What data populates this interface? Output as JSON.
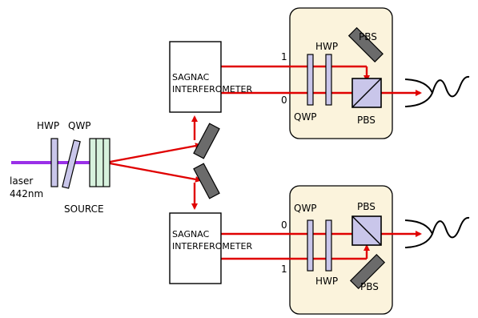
{
  "colors": {
    "beam_red": "#e00000",
    "pump_violet": "#9a30e8",
    "waveplate_fill": "#c9c6ea",
    "crystal_fill": "#d7f2dd",
    "mirror_fill": "#6b6b6b",
    "detection_box_fill": "#fbf3dc",
    "pbs_fill": "#c9c6ea"
  },
  "source": {
    "laser_label_line1": "laser",
    "laser_label_line2": "442nm",
    "hwp_label": "HWP",
    "qwp_label": "QWP",
    "source_label": "SOURCE"
  },
  "top_arm": {
    "sagnac_line1": "SAGNAC",
    "sagnac_line2": "INTERFEROMETER",
    "port_1": "1",
    "port_0": "0",
    "hwp_label": "HWP",
    "qwp_label": "QWP",
    "pbs_mirror_label": "PBS",
    "pbs_cube_label": "PBS"
  },
  "bottom_arm": {
    "sagnac_line1": "SAGNAC",
    "sagnac_line2": "INTERFEROMETER",
    "port_0": "0",
    "port_1": "1",
    "qwp_label": "QWP",
    "hwp_label": "HWP",
    "pbs_cube_label": "PBS",
    "pbs_mirror_label": "PBS"
  },
  "icons": {
    "detector": "detector-icon",
    "fiber": "fiber-icon"
  }
}
